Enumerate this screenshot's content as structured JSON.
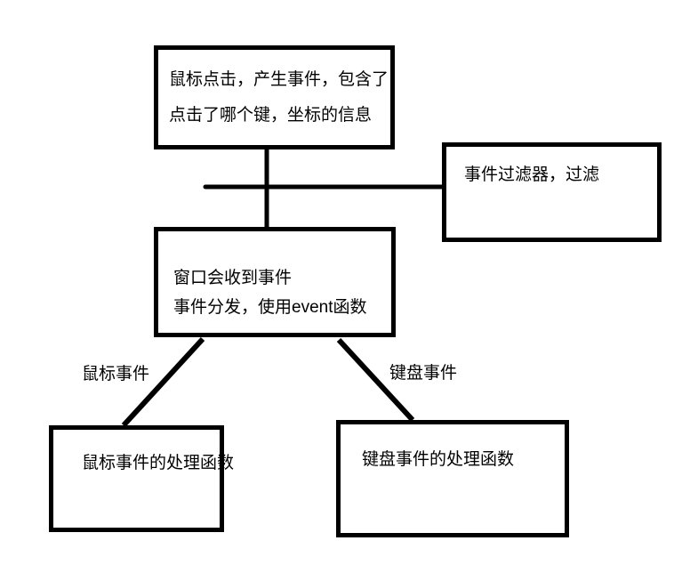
{
  "diagram": {
    "colors": {
      "stroke": "#000000",
      "background": "#ffffff"
    },
    "nodes": {
      "mouse_click": {
        "line1": "鼠标点击，产生事件，包含了",
        "line2": "点击了哪个键，坐标的信息"
      },
      "event_filter": {
        "label": "事件过滤器，过滤"
      },
      "window_dispatch": {
        "line1": "窗口会收到事件",
        "line2": "事件分发，使用event函数"
      },
      "mouse_handler": {
        "label": "鼠标事件的处理函数"
      },
      "keyboard_handler": {
        "label": "键盘事件的处理函数"
      }
    },
    "edge_labels": {
      "mouse": "鼠标事件",
      "keyboard": "键盘事件"
    }
  }
}
